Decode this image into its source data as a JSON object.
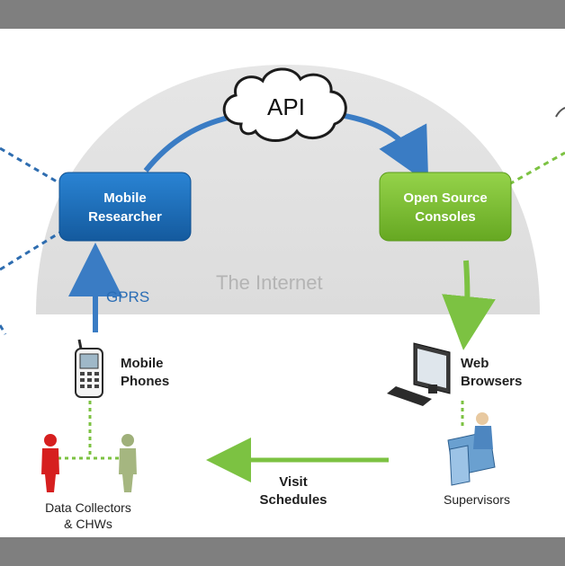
{
  "diagram": {
    "cloud_label": "API",
    "internet_label": "The Internet",
    "node_mobile_researcher": [
      "Mobile",
      "Researcher"
    ],
    "node_open_source_consoles": [
      "Open Source",
      "Consoles"
    ],
    "gprs_label": "GPRS",
    "mobile_phones_label": [
      "Mobile",
      "Phones"
    ],
    "web_browsers_label": [
      "Web",
      "Browsers"
    ],
    "visit_schedules_label": [
      "Visit",
      "Schedules"
    ],
    "supervisors_label": "Supervisors",
    "data_collectors_label": [
      "Data Collectors",
      "& CHWs"
    ]
  },
  "colors": {
    "blue_node": "#1a6fbb",
    "green_node": "#7cbf2e",
    "blue_arrow": "#3a7cc4",
    "green_arrow": "#7cc242",
    "dome": "#e4e4e4",
    "frame_bar": "#7f7f7f"
  },
  "icons": [
    "cloud-icon",
    "mobile-phone-icon",
    "computer-icon",
    "supervisor-icon",
    "person-red-icon",
    "person-green-icon"
  ]
}
